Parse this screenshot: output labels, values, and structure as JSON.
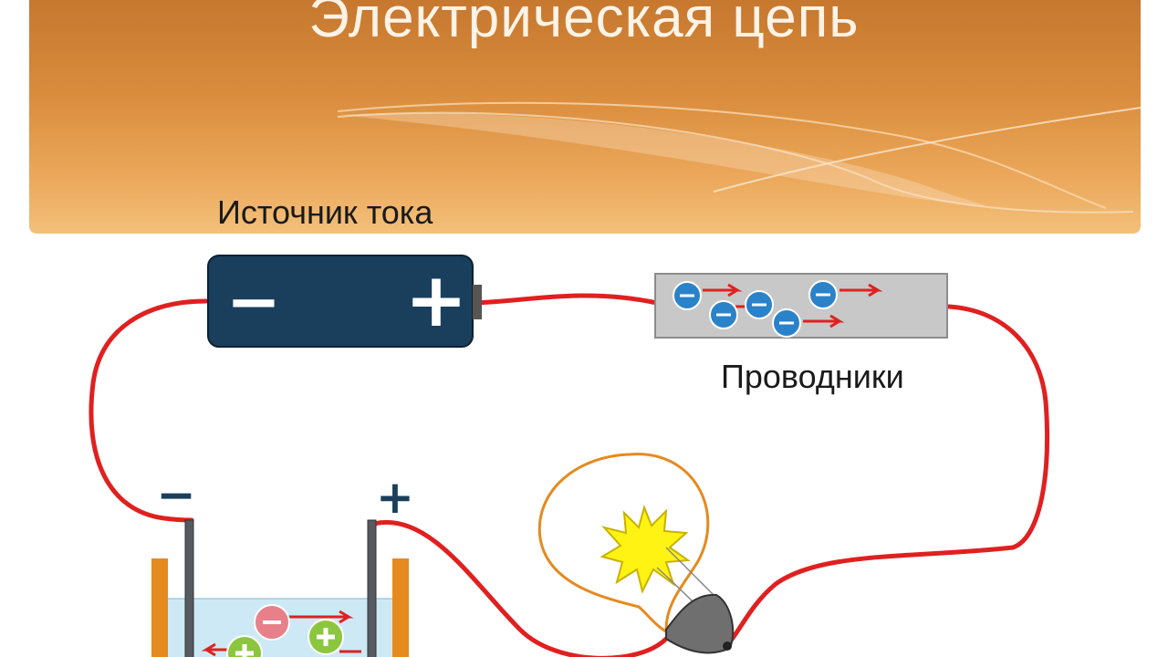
{
  "slide": {
    "title": "Электрическая цепь"
  },
  "labels": {
    "current_source": "Источник тока",
    "conductors": "Проводники"
  },
  "battery": {
    "negative_symbol": "−",
    "positive_symbol": "+",
    "body_color": "#1a3f5c"
  },
  "electrolyte_cell": {
    "minus_sign": "−",
    "plus_sign": "+"
  },
  "colors": {
    "wire": "#e02020",
    "electron": "#2a82c8",
    "positive_ion": "#8cc63f",
    "negative_ion": "#e8808a",
    "banner": "#d98c3c"
  }
}
